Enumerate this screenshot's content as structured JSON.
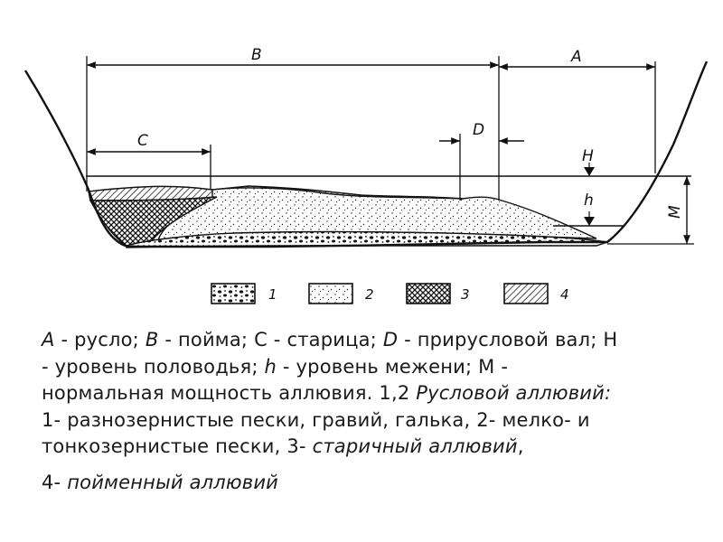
{
  "diagram": {
    "labels": {
      "A": "A",
      "B": "B",
      "C": "C",
      "D": "D",
      "H": "H",
      "h": "h",
      "M": "M"
    },
    "legend": [
      {
        "num": "1",
        "pattern": "gravel"
      },
      {
        "num": "2",
        "pattern": "fine-sand"
      },
      {
        "num": "3",
        "pattern": "crosshatch"
      },
      {
        "num": "4",
        "pattern": "diagonal-hatch"
      }
    ]
  },
  "caption": {
    "a_letter": "A",
    "a_text": " - русло; ",
    "b_letter": "B",
    "b_text": " - пойма; С - старица; ",
    "d_letter": "D",
    "d_text": " - прирусловой вал; Н - уровень половодья; ",
    "h_letter": "h",
    "h_text": " - уровень межени; М - нормальная мощность аллювия. 1,2 ",
    "alluvium_italic": "Русловой аллювий:",
    "list_text": " 1- разнозернистые пески, гравий, галька, 2- мелко- и тонкозернистые пески, 3- ",
    "oxbow_italic": "старичный аллювий",
    "comma": ",",
    "item4_num": "4- ",
    "item4_italic": "пойменный аллювий"
  }
}
